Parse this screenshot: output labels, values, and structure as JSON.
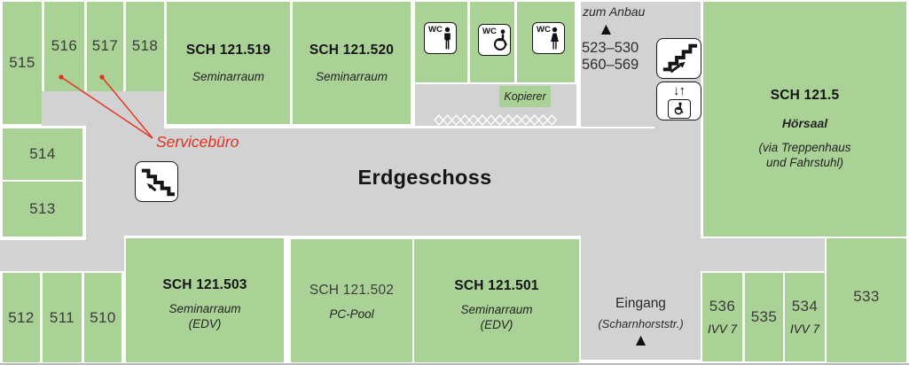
{
  "floor": {
    "title": "Erdgeschoss"
  },
  "annotation": {
    "label": "Servicebüro"
  },
  "rooms": {
    "r515": "515",
    "r516": "516",
    "r517": "517",
    "r518": "518",
    "sch519": {
      "title": "SCH 121.519",
      "subtitle": "Seminarraum"
    },
    "sch520": {
      "title": "SCH 121.520",
      "subtitle": "Seminarraum"
    },
    "sch5": {
      "title": "SCH 121.5",
      "subtitle": "Hörsaal",
      "note_line1": "(via Treppenhaus",
      "note_line2": "und Fahrstuhl)"
    },
    "r514": "514",
    "r513": "513",
    "r512": "512",
    "r511": "511",
    "r510": "510",
    "sch503": {
      "title": "SCH 121.503",
      "subtitle": "Seminarraum",
      "note": "(EDV)"
    },
    "sch502": {
      "title": "SCH 121.502",
      "subtitle": "PC-Pool"
    },
    "sch501": {
      "title": "SCH 121.501",
      "subtitle": "Seminarraum",
      "note": "(EDV)"
    },
    "r536": "536",
    "r536_sub": "IVV 7",
    "r535": "535",
    "r534": "534",
    "r534_sub": "IVV 7",
    "r533": "533",
    "kopierer": "Kopierer"
  },
  "corridor": {
    "zum_anbau": "zum Anbau",
    "rooms_range_1": "523–530",
    "rooms_range_2": "560–569",
    "eingang": "Eingang",
    "eingang_street": "(Scharnhorststr.)"
  },
  "icons": {
    "wc_label": "WC",
    "arrow_up_glyph": "▲",
    "elevator_arrows": "↓↑"
  },
  "colors": {
    "room_green": "#aad296",
    "corridor_gray": "#d2d2d2",
    "annotation_red": "#e5301f",
    "text_dark": "#1d1d1b"
  }
}
